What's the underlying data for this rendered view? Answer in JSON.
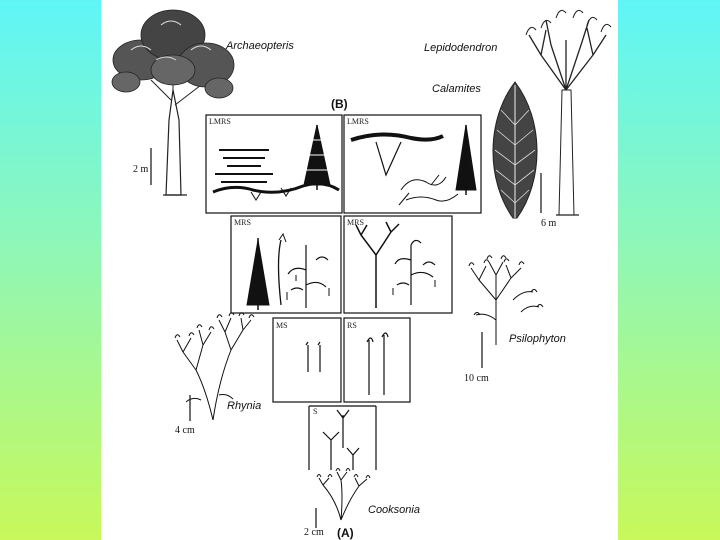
{
  "labels": {
    "archaeopteris": "Archaeopteris",
    "lepidodendron": "Lepidodendron",
    "calamites": "Calamites",
    "b": "(B)",
    "psilophyton": "Psilophyton",
    "rhynia": "Rhynia",
    "cooksonia": "Cooksonia",
    "a": "(A)"
  },
  "scales": {
    "s2m": "2 m",
    "s6m": "6 m",
    "s10cm": "10 cm",
    "s4cm": "4 cm",
    "s2cm": "2 cm"
  },
  "boxes": {
    "lmrs1": "LMRS",
    "lmrs2": "LMRS",
    "mrs1": "MRS",
    "mrs2": "MRS",
    "ms": "MS",
    "rs": "RS",
    "s": "S"
  },
  "colors": {
    "background_top": "#5ff5f7",
    "background_bottom": "#c8f85a",
    "slide": "#ffffff",
    "ink": "#111111"
  }
}
